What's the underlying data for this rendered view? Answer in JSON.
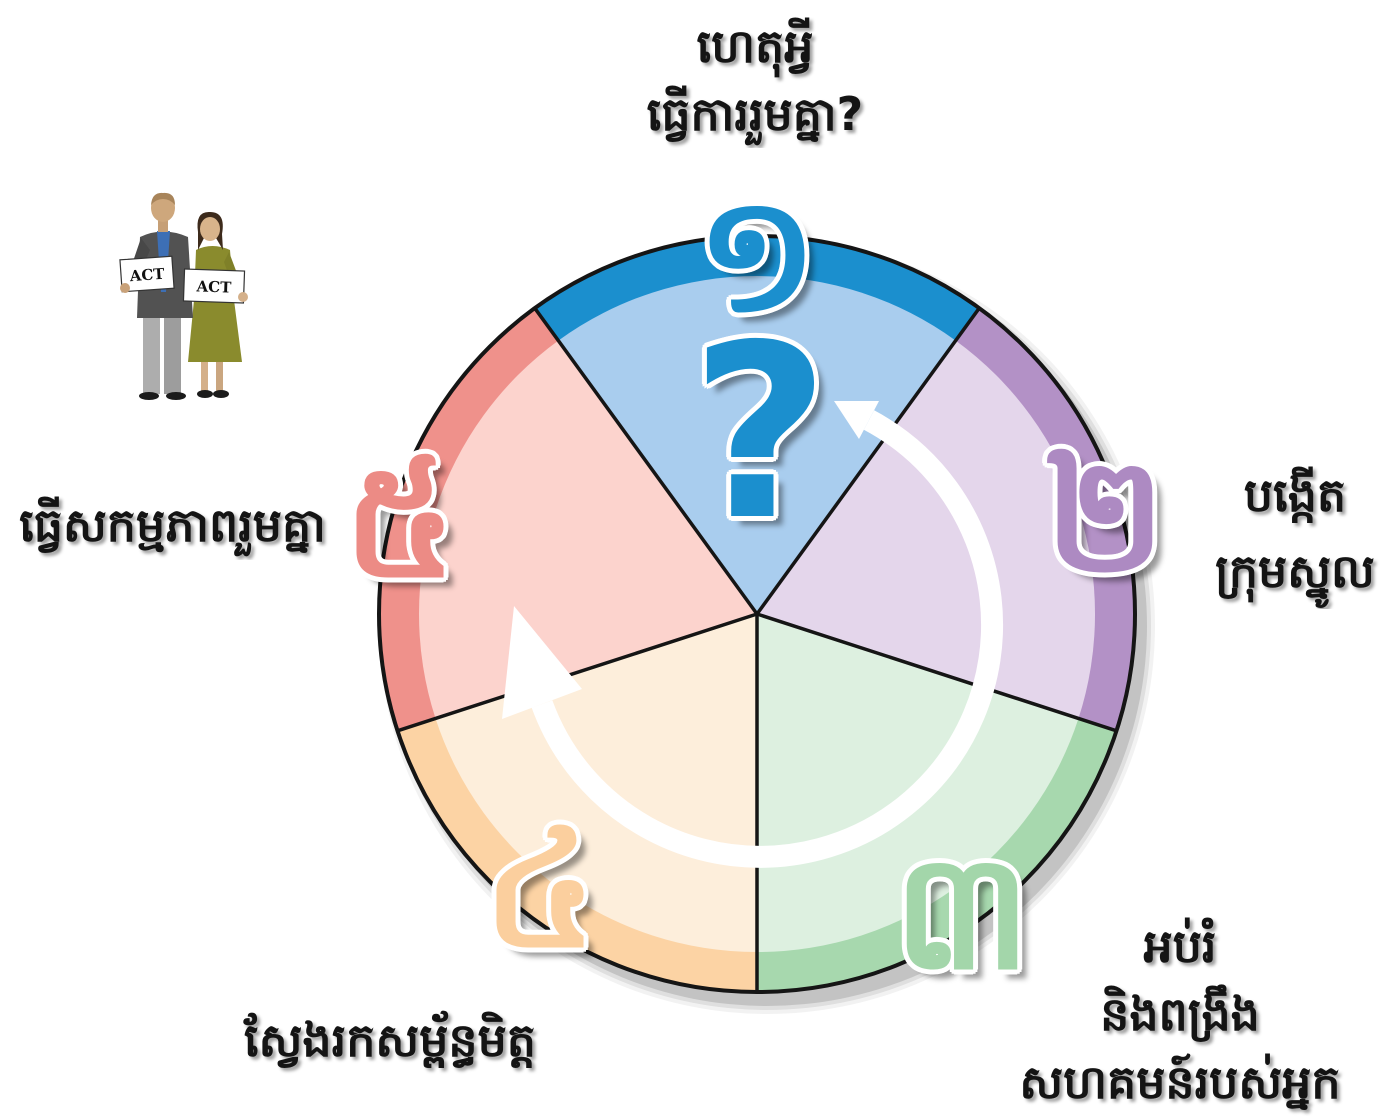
{
  "diagram": {
    "question_mark": "?",
    "question_mark_color": "#1b8fce",
    "steps": [
      {
        "number": "១",
        "label_lines": [
          "ហេតុអ្វី",
          "ធ្វើការរួមគ្នា?"
        ],
        "band_color": "#1b8fce",
        "fill_color": "#a9cdee",
        "number_color": "#1b8fce"
      },
      {
        "number": "២",
        "label_lines": [
          "បង្កើត",
          "ក្រុមស្នូល"
        ],
        "band_color": "#b391c6",
        "fill_color": "#e4d6eb",
        "number_color": "#ad8ac2"
      },
      {
        "number": "៣",
        "label_lines": [
          "អប់រំ",
          "និងពង្រឹង",
          "សហគមន៍របស់អ្នក"
        ],
        "band_color": "#a7d8ae",
        "fill_color": "#ddf0e0",
        "number_color": "#a3d6aa"
      },
      {
        "number": "៤",
        "label_lines": [
          "ស្វែងរកសម្ព័ន្ធមិត្ត"
        ],
        "band_color": "#fcd3a4",
        "fill_color": "#fdeedb",
        "number_color": "#fbcf9e"
      },
      {
        "number": "៥",
        "label_lines": [
          "ធ្វើសកម្មភាពរួមគ្នា"
        ],
        "band_color": "#ef918b",
        "fill_color": "#fcd3cd",
        "number_color": "#ec8b85"
      }
    ],
    "icons": {
      "cycle_arrow": "circular-arrow-icon",
      "illustration": "people-holding-signs-icon"
    }
  },
  "illustration": {
    "signs": [
      "ACT",
      "ACT"
    ]
  }
}
